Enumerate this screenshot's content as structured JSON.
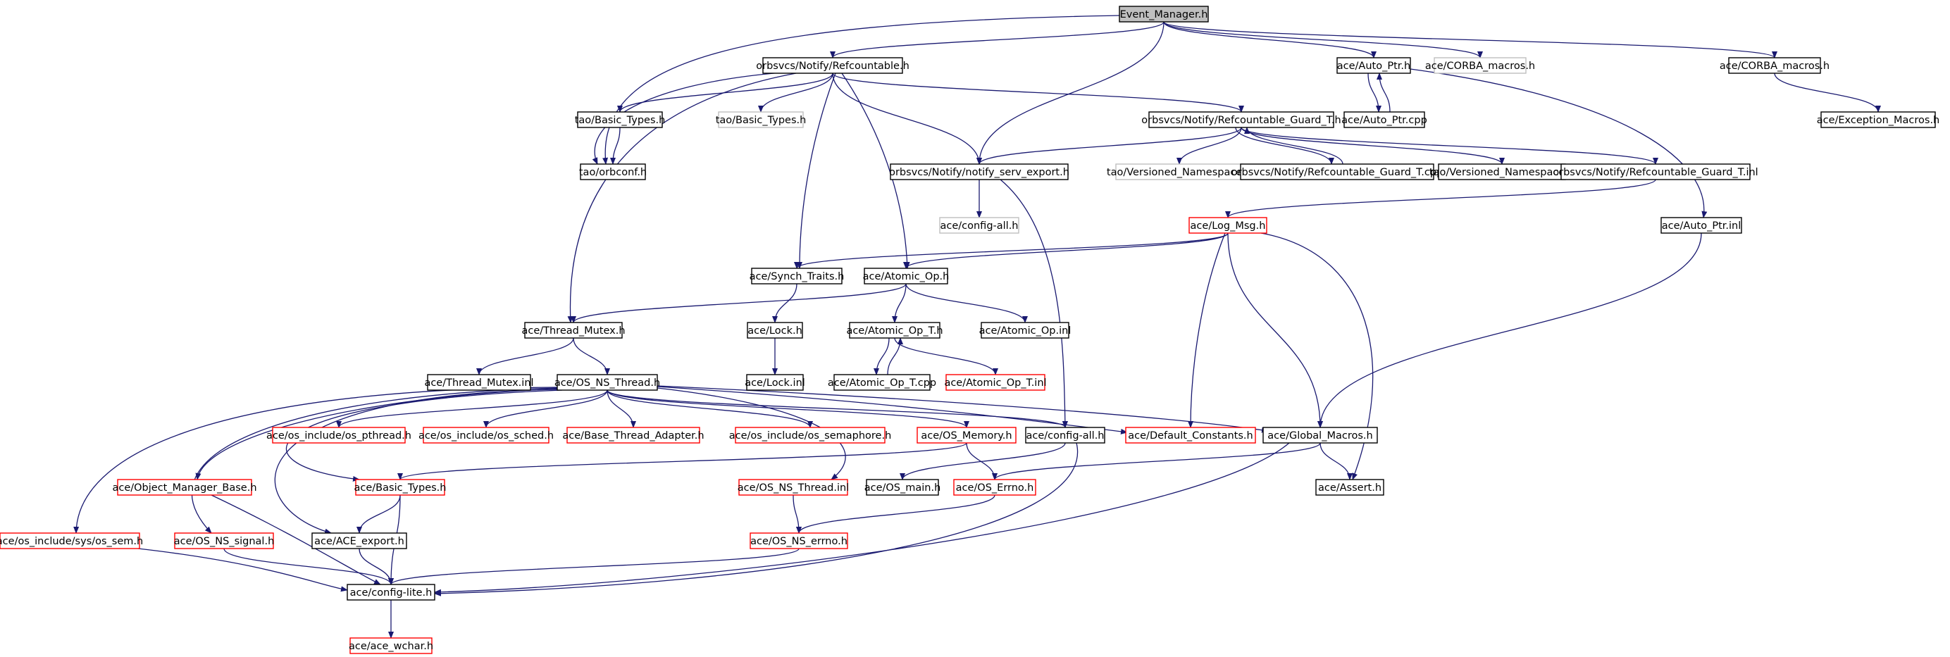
{
  "colors": {
    "root_fill": "#bfbfbf",
    "normal": "#000000",
    "truncated": "#ff0000",
    "external": "#bfbfbf",
    "edge": "#191970",
    "text": "#000000"
  },
  "nodes": [
    {
      "id": "event_manager",
      "label": "Event_Manager.h",
      "kind": "root"
    },
    {
      "id": "refcountable",
      "label": "orbsvcs/Notify/Refcountable.h",
      "kind": "normal"
    },
    {
      "id": "auto_ptr_h",
      "label": "ace/Auto_Ptr.h",
      "kind": "normal"
    },
    {
      "id": "corba_macros_gray",
      "label": "ace/CORBA_macros.h",
      "kind": "external"
    },
    {
      "id": "corba_macros",
      "label": "ace/CORBA_macros.h",
      "kind": "normal"
    },
    {
      "id": "tao_basic_types",
      "label": "tao/Basic_Types.h",
      "kind": "normal"
    },
    {
      "id": "tao_basic_types_gray",
      "label": "tao/Basic_Types.h",
      "kind": "external"
    },
    {
      "id": "refguard_h",
      "label": "orbsvcs/Notify/Refcountable_Guard_T.h",
      "kind": "normal"
    },
    {
      "id": "auto_ptr_cpp",
      "label": "ace/Auto_Ptr.cpp",
      "kind": "normal"
    },
    {
      "id": "exception_macros",
      "label": "ace/Exception_Macros.h",
      "kind": "normal"
    },
    {
      "id": "orbconf",
      "label": "tao/orbconf.h",
      "kind": "normal"
    },
    {
      "id": "notify_serv_export",
      "label": "orbsvcs/Notify/notify_serv_export.h",
      "kind": "normal"
    },
    {
      "id": "versioned_ns_gray",
      "label": "tao/Versioned_Namespace.h",
      "kind": "external"
    },
    {
      "id": "refguard_cpp",
      "label": "orbsvcs/Notify/Refcountable_Guard_T.cpp",
      "kind": "normal"
    },
    {
      "id": "versioned_ns",
      "label": "tao/Versioned_Namespace.h",
      "kind": "normal"
    },
    {
      "id": "refguard_inl",
      "label": "orbsvcs/Notify/Refcountable_Guard_T.inl",
      "kind": "normal"
    },
    {
      "id": "config_all_gray",
      "label": "ace/config-all.h",
      "kind": "external"
    },
    {
      "id": "log_msg",
      "label": "ace/Log_Msg.h",
      "kind": "truncated"
    },
    {
      "id": "auto_ptr_inl",
      "label": "ace/Auto_Ptr.inl",
      "kind": "normal"
    },
    {
      "id": "synch_traits",
      "label": "ace/Synch_Traits.h",
      "kind": "normal"
    },
    {
      "id": "atomic_op_h",
      "label": "ace/Atomic_Op.h",
      "kind": "normal"
    },
    {
      "id": "thread_mutex_h",
      "label": "ace/Thread_Mutex.h",
      "kind": "normal"
    },
    {
      "id": "lock_h",
      "label": "ace/Lock.h",
      "kind": "normal"
    },
    {
      "id": "atomic_op_t_h",
      "label": "ace/Atomic_Op_T.h",
      "kind": "normal"
    },
    {
      "id": "atomic_op_inl",
      "label": "ace/Atomic_Op.inl",
      "kind": "normal"
    },
    {
      "id": "thread_mutex_inl",
      "label": "ace/Thread_Mutex.inl",
      "kind": "normal"
    },
    {
      "id": "os_ns_thread_h",
      "label": "ace/OS_NS_Thread.h",
      "kind": "normal"
    },
    {
      "id": "lock_inl",
      "label": "ace/Lock.inl",
      "kind": "normal"
    },
    {
      "id": "atomic_op_t_cpp",
      "label": "ace/Atomic_Op_T.cpp",
      "kind": "normal"
    },
    {
      "id": "atomic_op_t_inl",
      "label": "ace/Atomic_Op_T.inl",
      "kind": "truncated"
    },
    {
      "id": "os_pthread",
      "label": "ace/os_include/os_pthread.h",
      "kind": "truncated"
    },
    {
      "id": "os_sched",
      "label": "ace/os_include/os_sched.h",
      "kind": "truncated"
    },
    {
      "id": "base_thread_adapter",
      "label": "ace/Base_Thread_Adapter.h",
      "kind": "truncated"
    },
    {
      "id": "os_semaphore",
      "label": "ace/os_include/os_semaphore.h",
      "kind": "truncated"
    },
    {
      "id": "os_memory",
      "label": "ace/OS_Memory.h",
      "kind": "truncated"
    },
    {
      "id": "config_all",
      "label": "ace/config-all.h",
      "kind": "normal"
    },
    {
      "id": "default_constants",
      "label": "ace/Default_Constants.h",
      "kind": "truncated"
    },
    {
      "id": "global_macros",
      "label": "ace/Global_Macros.h",
      "kind": "normal"
    },
    {
      "id": "object_manager_base",
      "label": "ace/Object_Manager_Base.h",
      "kind": "truncated"
    },
    {
      "id": "ace_basic_types",
      "label": "ace/Basic_Types.h",
      "kind": "truncated"
    },
    {
      "id": "os_ns_thread_inl",
      "label": "ace/OS_NS_Thread.inl",
      "kind": "truncated"
    },
    {
      "id": "os_main",
      "label": "ace/OS_main.h",
      "kind": "normal"
    },
    {
      "id": "os_errno",
      "label": "ace/OS_Errno.h",
      "kind": "truncated"
    },
    {
      "id": "assert_h",
      "label": "ace/Assert.h",
      "kind": "normal"
    },
    {
      "id": "os_sem",
      "label": "ace/os_include/sys/os_sem.h",
      "kind": "truncated"
    },
    {
      "id": "os_ns_signal",
      "label": "ace/OS_NS_signal.h",
      "kind": "truncated"
    },
    {
      "id": "ace_export",
      "label": "ace/ACE_export.h",
      "kind": "normal"
    },
    {
      "id": "os_ns_errno",
      "label": "ace/OS_NS_errno.h",
      "kind": "truncated"
    },
    {
      "id": "config_lite",
      "label": "ace/config-lite.h",
      "kind": "normal"
    },
    {
      "id": "ace_wchar",
      "label": "ace/ace_wchar.h",
      "kind": "truncated"
    }
  ],
  "edges": [
    [
      "event_manager",
      "refcountable"
    ],
    [
      "event_manager",
      "auto_ptr_h"
    ],
    [
      "event_manager",
      "corba_macros_gray"
    ],
    [
      "event_manager",
      "corba_macros"
    ],
    [
      "event_manager",
      "orbconf"
    ],
    [
      "event_manager",
      "notify_serv_export"
    ],
    [
      "refcountable",
      "tao_basic_types"
    ],
    [
      "refcountable",
      "tao_basic_types_gray"
    ],
    [
      "refcountable",
      "orbconf"
    ],
    [
      "refcountable",
      "refguard_h"
    ],
    [
      "refcountable",
      "notify_serv_export"
    ],
    [
      "refcountable",
      "synch_traits"
    ],
    [
      "refcountable",
      "atomic_op_h"
    ],
    [
      "refcountable",
      "thread_mutex_h"
    ],
    [
      "tao_basic_types",
      "orbconf"
    ],
    [
      "auto_ptr_h",
      "auto_ptr_cpp"
    ],
    [
      "auto_ptr_cpp",
      "auto_ptr_h"
    ],
    [
      "auto_ptr_h",
      "auto_ptr_inl"
    ],
    [
      "corba_macros",
      "exception_macros"
    ],
    [
      "refguard_h",
      "notify_serv_export"
    ],
    [
      "refguard_h",
      "versioned_ns_gray"
    ],
    [
      "refguard_h",
      "refguard_cpp"
    ],
    [
      "refguard_cpp",
      "refguard_h"
    ],
    [
      "refguard_h",
      "versioned_ns"
    ],
    [
      "refguard_h",
      "refguard_inl"
    ],
    [
      "refguard_inl",
      "log_msg"
    ],
    [
      "notify_serv_export",
      "config_all_gray"
    ],
    [
      "notify_serv_export",
      "config_all"
    ],
    [
      "log_msg",
      "synch_traits"
    ],
    [
      "log_msg",
      "atomic_op_h"
    ],
    [
      "log_msg",
      "default_constants"
    ],
    [
      "log_msg",
      "global_macros"
    ],
    [
      "log_msg",
      "assert_h"
    ],
    [
      "auto_ptr_inl",
      "global_macros"
    ],
    [
      "synch_traits",
      "lock_h"
    ],
    [
      "atomic_op_h",
      "thread_mutex_h"
    ],
    [
      "atomic_op_h",
      "atomic_op_t_h"
    ],
    [
      "atomic_op_h",
      "atomic_op_inl"
    ],
    [
      "lock_h",
      "lock_inl"
    ],
    [
      "atomic_op_t_h",
      "atomic_op_t_cpp"
    ],
    [
      "atomic_op_t_cpp",
      "atomic_op_t_h"
    ],
    [
      "atomic_op_t_h",
      "atomic_op_t_inl"
    ],
    [
      "thread_mutex_h",
      "thread_mutex_inl"
    ],
    [
      "thread_mutex_h",
      "os_ns_thread_h"
    ],
    [
      "os_ns_thread_h",
      "os_pthread"
    ],
    [
      "os_ns_thread_h",
      "os_sched"
    ],
    [
      "os_ns_thread_h",
      "base_thread_adapter"
    ],
    [
      "os_ns_thread_h",
      "os_semaphore"
    ],
    [
      "os_ns_thread_h",
      "os_memory"
    ],
    [
      "os_ns_thread_h",
      "config_all"
    ],
    [
      "os_ns_thread_h",
      "default_constants"
    ],
    [
      "os_ns_thread_h",
      "global_macros"
    ],
    [
      "os_ns_thread_h",
      "object_manager_base"
    ],
    [
      "os_ns_thread_h",
      "ace_basic_types"
    ],
    [
      "os_ns_thread_h",
      "os_ns_thread_inl"
    ],
    [
      "os_ns_thread_h",
      "os_sem"
    ],
    [
      "os_ns_thread_h",
      "os_ns_signal"
    ],
    [
      "os_ns_thread_h",
      "ace_export"
    ],
    [
      "os_memory",
      "ace_basic_types"
    ],
    [
      "os_memory",
      "os_errno"
    ],
    [
      "config_all",
      "os_main"
    ],
    [
      "config_all",
      "config_lite"
    ],
    [
      "global_macros",
      "os_errno"
    ],
    [
      "global_macros",
      "assert_h"
    ],
    [
      "global_macros",
      "config_lite"
    ],
    [
      "os_ns_thread_inl",
      "os_ns_errno"
    ],
    [
      "os_errno",
      "os_ns_errno"
    ],
    [
      "ace_basic_types",
      "ace_export"
    ],
    [
      "ace_basic_types",
      "config_lite"
    ],
    [
      "object_manager_base",
      "config_lite"
    ],
    [
      "os_sem",
      "config_lite"
    ],
    [
      "os_ns_signal",
      "config_lite"
    ],
    [
      "ace_export",
      "config_lite"
    ],
    [
      "os_ns_errno",
      "config_lite"
    ],
    [
      "config_lite",
      "ace_wchar"
    ]
  ]
}
